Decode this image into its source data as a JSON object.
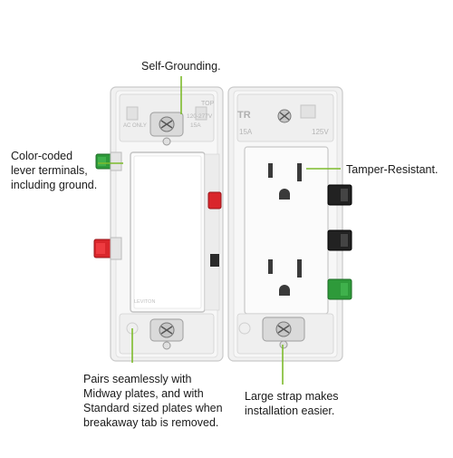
{
  "callouts": {
    "self_grounding": "Self-Grounding.",
    "color_coded": "Color-coded\nlever terminals,\nincluding ground.",
    "tamper_resistant": "Tamper-Resistant.",
    "pairs_seamlessly": "Pairs seamlessly with\nMidway plates, and with\nStandard sized plates when\nbreakaway tab is removed.",
    "large_strap": "Large strap makes\ninstallation easier."
  },
  "device_markings": {
    "switch_top": "TOP",
    "switch_rating": "120-277V",
    "switch_amps": "15A",
    "switch_ac_only": "AC ONLY",
    "switch_brand": "LEVITON",
    "receptacle_tr": "TR",
    "receptacle_amps": "15A",
    "receptacle_volts": "125V"
  },
  "colors": {
    "accent_line": "#7dbb2c",
    "ground_terminal": "#2e9a3a",
    "red_terminal": "#d9262b",
    "black_terminal": "#222222",
    "device_body": "#f2f2f2"
  }
}
